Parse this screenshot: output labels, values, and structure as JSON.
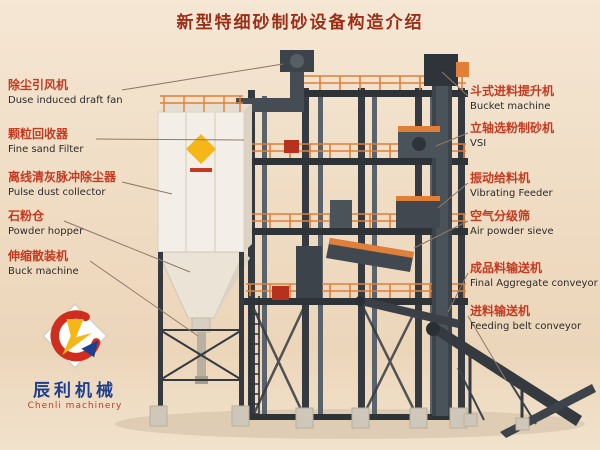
{
  "title": "新型特细砂制砂设备构造介绍",
  "left_labels": [
    {
      "zh": "除尘引风机",
      "en": "Duse induced draft fan"
    },
    {
      "zh": "颗粒回收器",
      "en": "Fine sand Filter"
    },
    {
      "zh": "离线清灰脉冲除尘器",
      "en": "Pulse dust collector"
    },
    {
      "zh": "石粉仓",
      "en": "Powder hopper"
    },
    {
      "zh": "伸缩散装机",
      "en": "Buck machine"
    }
  ],
  "right_labels": [
    {
      "zh": "斗式进料提升机",
      "en": "Bucket machine"
    },
    {
      "zh": "立轴选粉制砂机",
      "en": "VSI"
    },
    {
      "zh": "振动给料机",
      "en": "Vibrating Feeder"
    },
    {
      "zh": "空气分级筛",
      "en": "Air powder sieve"
    },
    {
      "zh": "成品料输送机",
      "en": "Final Aggregate conveyor"
    },
    {
      "zh": "进料输送机",
      "en": "Feeding belt conveyor"
    }
  ],
  "logo": {
    "zh": "辰利机械",
    "en": "Chenli machinery"
  },
  "colors": {
    "title": "#9c2e15",
    "label_zh": "#c43a20",
    "label_en": "#2b2b2b",
    "steel": "#343a40",
    "railing": "#e07f38",
    "logo_blue": "#1e3f8f",
    "logo_red": "#c43a20",
    "logo_yellow": "#f5b718"
  }
}
